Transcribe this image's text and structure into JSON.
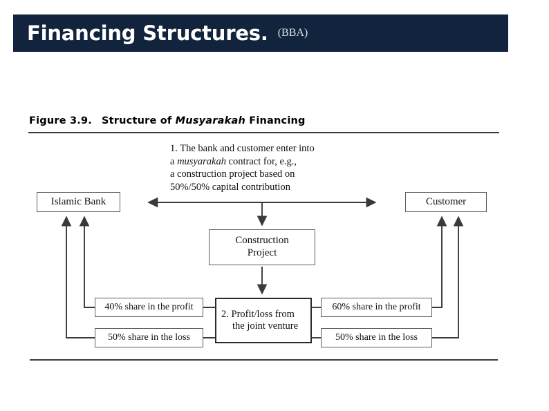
{
  "slide": {
    "title": "Financing Structures.",
    "subtitle": "(BBA)",
    "banner_color": "#12243d"
  },
  "figure": {
    "caption_number": "Figure  3.9.",
    "caption_text_before": "Structure of ",
    "caption_emphasis": "Musyarakah",
    "caption_text_after": " Financing"
  },
  "diagram": {
    "type": "flow-diagram",
    "annotations": [
      {
        "id": "step-1",
        "line1": "1. The bank and customer enter into",
        "line2_before": "a ",
        "line2_emphasis": "musyarakah",
        "line2_after": " contract for, e.g.,",
        "line3": "a construction project based on",
        "line4": "50%/50% capital contribution"
      }
    ],
    "nodes": {
      "bank": "Islamic Bank",
      "customer": "Customer",
      "project_line1": "Construction",
      "project_line2": "Project",
      "profit_loss_line1": "2. Profit/loss from",
      "profit_loss_line2": "the joint venture",
      "bank_profit": "40% share in the profit",
      "bank_loss": "50% share in the loss",
      "customer_profit": "60% share in the profit",
      "customer_loss": "50% share in the loss"
    },
    "edges": [
      {
        "name": "bank-customer-contract",
        "style": "double-headed-arrow",
        "orientation": "horizontal"
      },
      {
        "name": "contract-to-project",
        "style": "arrow-down",
        "orientation": "vertical"
      },
      {
        "name": "project-to-profit-loss",
        "style": "arrow-down",
        "orientation": "vertical"
      },
      {
        "name": "profit-loss-to-bank-profit",
        "style": "line",
        "orientation": "horizontal"
      },
      {
        "name": "profit-loss-to-bank-loss",
        "style": "line",
        "orientation": "horizontal"
      },
      {
        "name": "profit-loss-to-customer-profit",
        "style": "line",
        "orientation": "horizontal"
      },
      {
        "name": "profit-loss-to-customer-loss",
        "style": "line",
        "orientation": "horizontal"
      },
      {
        "name": "bank-profit-to-bank",
        "style": "elbow-arrow-up",
        "orientation": "vertical"
      },
      {
        "name": "bank-loss-to-bank",
        "style": "elbow-arrow-up",
        "orientation": "vertical"
      },
      {
        "name": "customer-profit-to-customer",
        "style": "elbow-arrow-up",
        "orientation": "vertical"
      },
      {
        "name": "customer-loss-to-customer",
        "style": "elbow-arrow-up",
        "orientation": "vertical"
      }
    ]
  }
}
